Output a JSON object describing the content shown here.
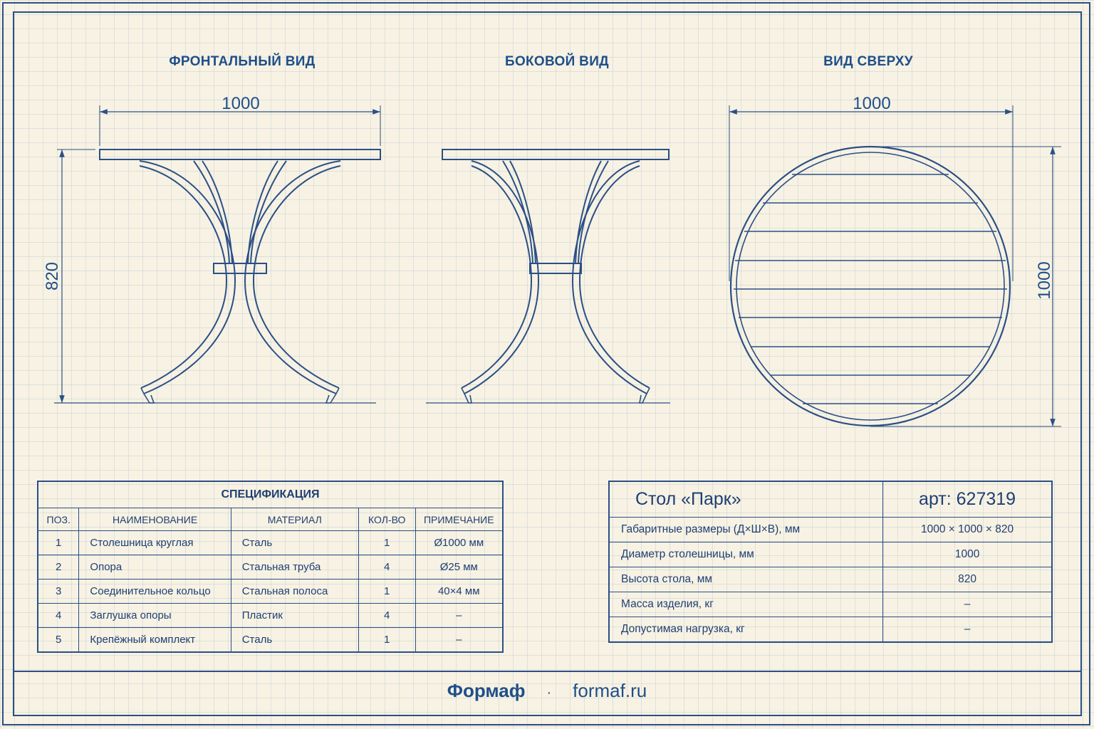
{
  "views": {
    "front": "ФРОНТАЛЬНЫЙ ВИД",
    "side": "БОКОВОЙ ВИД",
    "top": "ВИД СВЕРХУ"
  },
  "dimensions": {
    "front_width": "1000",
    "front_height": "820",
    "top_width": "1000",
    "top_height": "1000"
  },
  "spec": {
    "title": "СПЕЦИФИКАЦИЯ",
    "headers": [
      "ПОЗ.",
      "НАИМЕНОВАНИЕ",
      "МАТЕРИАЛ",
      "КОЛ-ВО",
      "ПРИМЕЧАНИЕ"
    ],
    "rows": [
      [
        "1",
        "Столешница круглая",
        "Сталь",
        "1",
        "Ø1000 мм"
      ],
      [
        "2",
        "Опора",
        "Стальная труба",
        "4",
        "Ø25 мм"
      ],
      [
        "3",
        "Соединительное кольцо",
        "Стальная полоса",
        "1",
        "40×4 мм"
      ],
      [
        "4",
        "Заглушка опоры",
        "Пластик",
        "4",
        "–"
      ],
      [
        "5",
        "Крепёжный комплект",
        "Сталь",
        "1",
        "–"
      ]
    ]
  },
  "info": {
    "product": "Стол «Парк»",
    "article": "арт: 627319",
    "rows": [
      [
        "Габаритные размеры (Д×Ш×В), мм",
        "1000 × 1000 × 820"
      ],
      [
        "Диаметр столешницы, мм",
        "1000"
      ],
      [
        "Высота стола, мм",
        "820"
      ],
      [
        "Масса изделия, кг",
        "–"
      ],
      [
        "Допустимая нагрузка, кг",
        "–"
      ]
    ]
  },
  "footer": {
    "brand": "Формаф",
    "separator": "·",
    "site": "formaf.ru"
  }
}
